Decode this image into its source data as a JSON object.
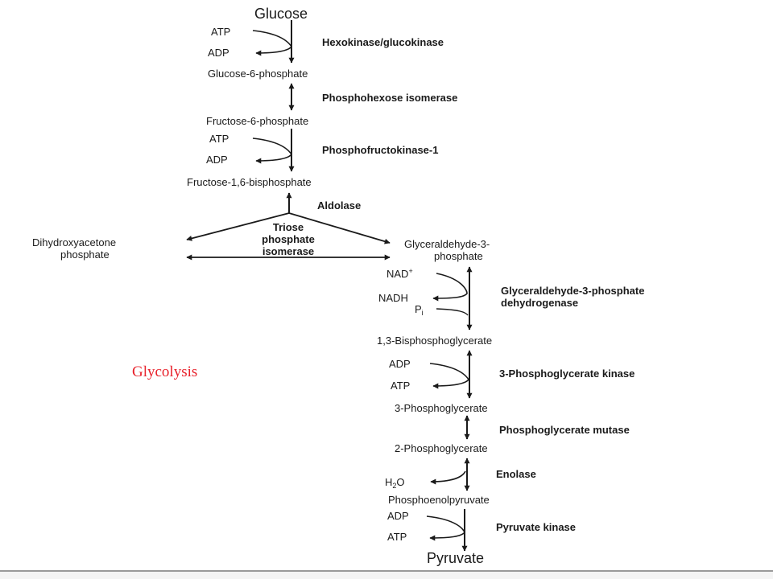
{
  "caption": "Glycolysis",
  "caption_color": "#e8202a",
  "ink_color": "#1a1a1a",
  "metabolites": {
    "glucose": "Glucose",
    "g6p": "Glucose-6-phosphate",
    "f6p": "Fructose-6-phosphate",
    "f16bp": "Fructose-1,6-bisphosphate",
    "dhap_1": "Dihydroxyacetone",
    "dhap_2": "phosphate",
    "g3p_1": "Glyceraldehyde-3-",
    "g3p_2": "phosphate",
    "bpg13": "1,3-Bisphosphoglycerate",
    "pg3": "3-Phosphoglycerate",
    "pg2": "2-Phosphoglycerate",
    "pep": "Phosphoenolpyruvate",
    "pyruvate": "Pyruvate"
  },
  "enzymes": {
    "hexokinase": "Hexokinase/glucokinase",
    "phi": "Phosphohexose isomerase",
    "pfk": "Phosphofructokinase-1",
    "aldolase": "Aldolase",
    "tpi_1": "Triose",
    "tpi_2": "phosphate",
    "tpi_3": "isomerase",
    "gapdh_1": "Glyceraldehyde-3-phosphate",
    "gapdh_2": "dehydrogenase",
    "pgk": "3-Phosphoglycerate kinase",
    "pgm": "Phosphoglycerate mutase",
    "enolase": "Enolase",
    "pk": "Pyruvate kinase"
  },
  "cofactors": {
    "atp_1": "ATP",
    "adp_1": "ADP",
    "atp_2": "ATP",
    "adp_2": "ADP",
    "nad_base": "NAD",
    "nad_sup": "+",
    "nadh": "NADH",
    "pi_base": "P",
    "pi_sub": "i",
    "adp_3": "ADP",
    "atp_3": "ATP",
    "h2o_h": "H",
    "h2o_sub": "2",
    "h2o_o": "O",
    "adp_4": "ADP",
    "atp_4": "ATP"
  }
}
